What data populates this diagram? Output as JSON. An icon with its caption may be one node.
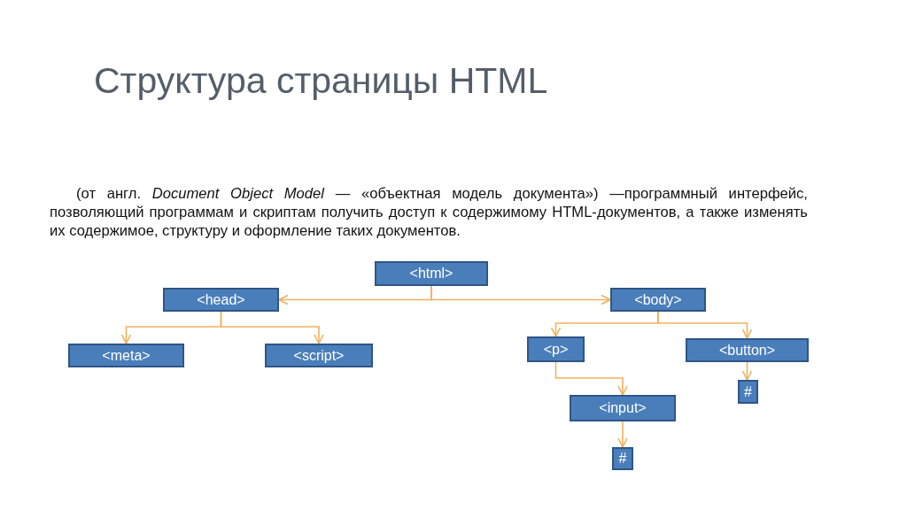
{
  "diagram": {
    "title": "Структура страницы HTML",
    "nodes": [
      {
        "text": [
          "<html>"
        ]
      },
      {
        "text": [
          "<head>"
        ]
      },
      {
        "text": [
          "<body>"
        ]
      },
      {
        "text": [
          "<meta>"
        ]
      },
      {
        "text": [
          "<script>"
        ]
      },
      {
        "text": [
          "<p>"
        ]
      },
      {
        "text": [
          "<button>"
        ]
      },
      {
        "text": [
          "#"
        ]
      },
      {
        "text": [
          "<input>"
        ]
      },
      {
        "text": [
          "#"
        ]
      }
    ],
    "edges": [
      {
        "from": 0,
        "to": 1,
        "arrow": "to"
      },
      {
        "from": 0,
        "to": 2,
        "arrow": "to"
      },
      {
        "from": 1,
        "to": 3,
        "arrow": "to"
      },
      {
        "from": 1,
        "to": 4,
        "arrow": "to"
      },
      {
        "from": 2,
        "to": 5,
        "arrow": "to"
      },
      {
        "from": 2,
        "to": 6,
        "arrow": "to"
      },
      {
        "from": 6,
        "to": 7,
        "arrow": "to"
      },
      {
        "from": 5,
        "to": 8,
        "arrow": "to"
      },
      {
        "from": 8,
        "to": 9,
        "arrow": "to"
      }
    ],
    "labels": [
      "(от англ. *Document Object Model* — «объектная модель документа») —программный интерфейс, позволяющий программам и скриптам получить доступ к содержимому HTML-документов, а также изменять их содержимое, структуру и оформление таких документов."
    ]
  }
}
